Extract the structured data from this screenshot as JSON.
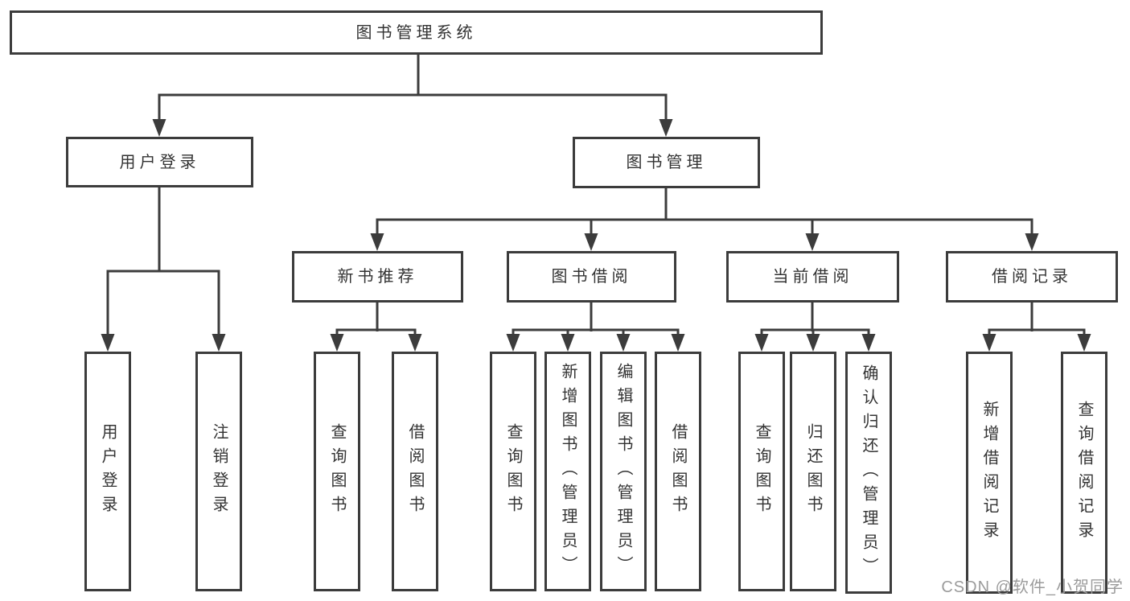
{
  "nodes": {
    "root": {
      "label": "图书管理系统"
    },
    "user_login": {
      "label": "用户登录"
    },
    "book_mgmt": {
      "label": "图书管理"
    },
    "new_book_rec": {
      "label": "新书推荐"
    },
    "book_borrow": {
      "label": "图书借阅"
    },
    "current_borrow": {
      "label": "当前借阅"
    },
    "borrow_record": {
      "label": "借阅记录"
    },
    "leaf_user_login": {
      "label": "用户登录"
    },
    "leaf_logout": {
      "label": "注销登录"
    },
    "leaf_rec_query": {
      "label": "查询图书"
    },
    "leaf_rec_borrow": {
      "label": "借阅图书"
    },
    "leaf_bb_query": {
      "label": "查询图书"
    },
    "leaf_bb_add": {
      "label": "新增图书（管理员）"
    },
    "leaf_bb_edit": {
      "label": "编辑图书（管理员）"
    },
    "leaf_bb_borrow": {
      "label": "借阅图书"
    },
    "leaf_cb_query": {
      "label": "查询图书"
    },
    "leaf_cb_return": {
      "label": "归还图书"
    },
    "leaf_cb_confirm": {
      "label": "确认归还（管理员）"
    },
    "leaf_br_add": {
      "label": "新增借阅记录"
    },
    "leaf_br_query": {
      "label": "查询借阅记录"
    }
  },
  "watermark": {
    "text": "CSDN @软件_小贺同学"
  },
  "colors": {
    "line": "#3c3c3c",
    "box_border": "#3c3c3c",
    "box_fill": "#ffffff",
    "text": "#333333",
    "background": "#ffffff",
    "watermark": "#9b9b9b"
  }
}
